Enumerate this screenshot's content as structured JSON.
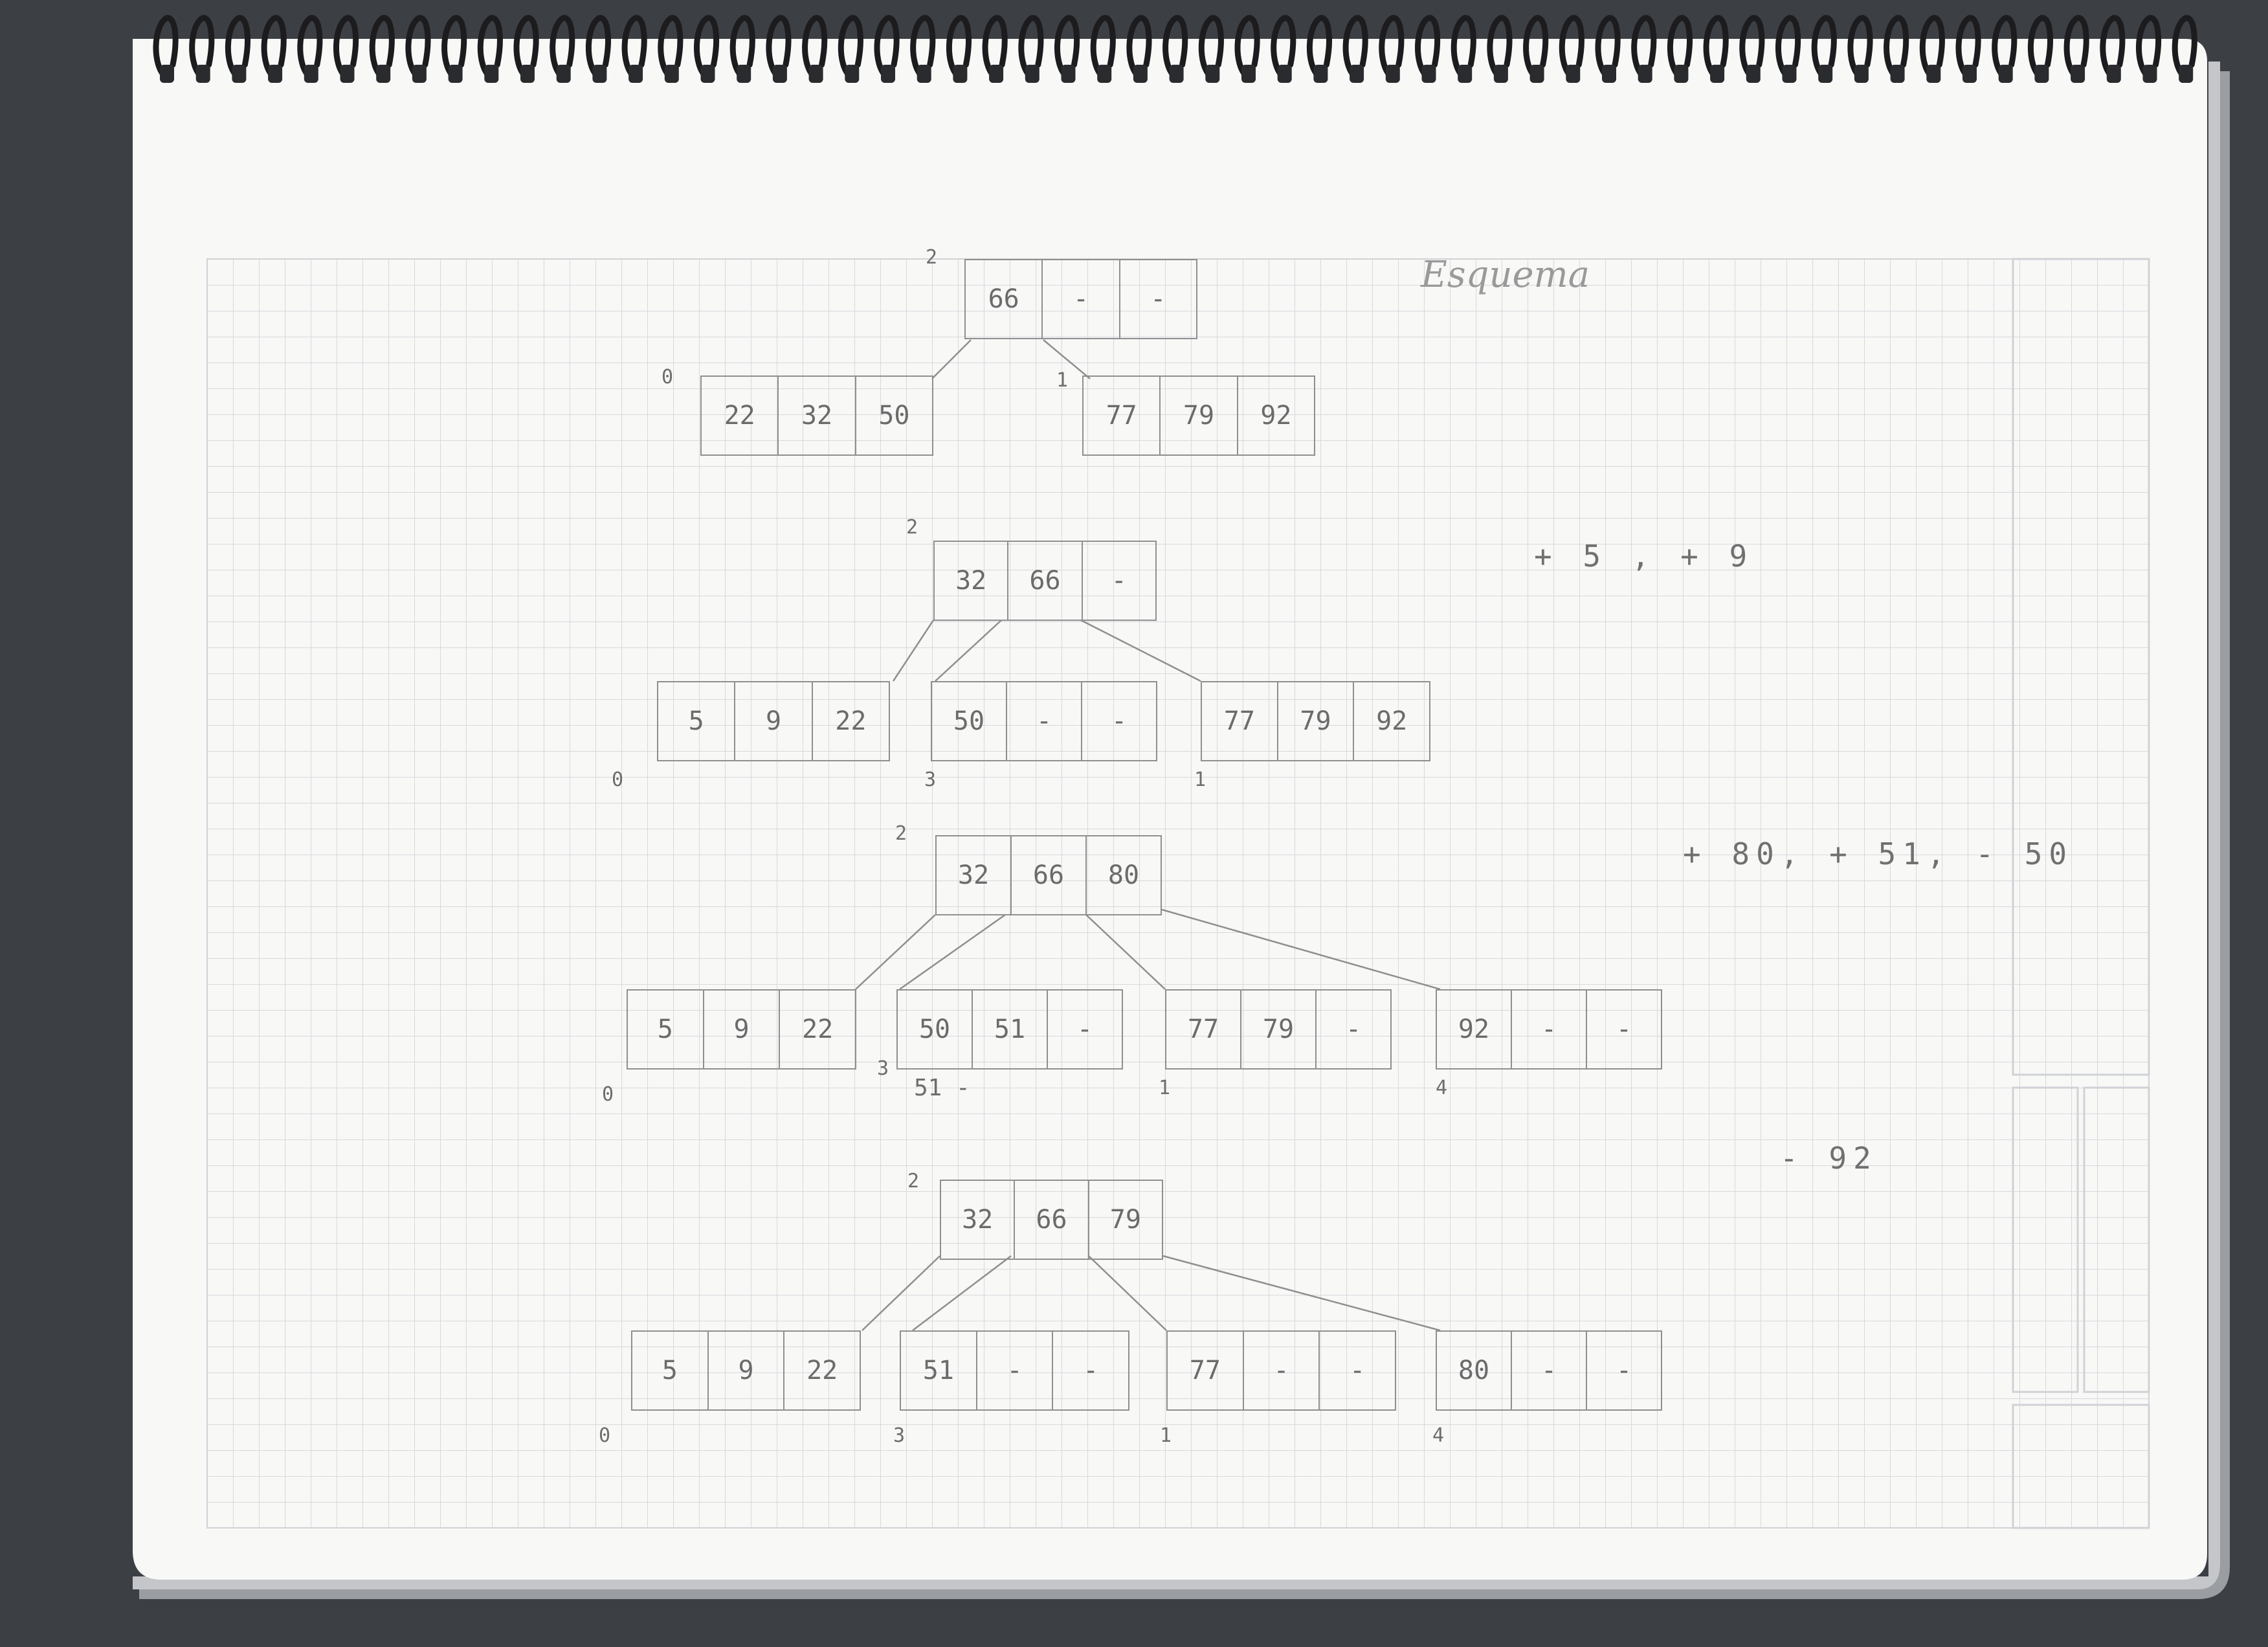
{
  "title": "Esquema",
  "colors": {
    "pencil": "#8f8f8f",
    "paper": "#f8f8f6",
    "grid": "#d6d9dd",
    "background": "#3c3f44"
  },
  "icons": {
    "binding": "spiral-binding-icon"
  },
  "trees": [
    {
      "root": {
        "page": "2",
        "keys": [
          "66",
          "-",
          "-"
        ]
      },
      "children": [
        {
          "page": "0",
          "keys": [
            "22",
            "32",
            "50"
          ]
        },
        {
          "page": "1",
          "keys": [
            "77",
            "79",
            "92"
          ]
        }
      ]
    },
    {
      "operation": "+ 5 , + 9",
      "root": {
        "page": "2",
        "keys": [
          "32",
          "66",
          "-"
        ]
      },
      "children": [
        {
          "page": "0",
          "keys": [
            "5",
            "9",
            "22"
          ]
        },
        {
          "page": "3",
          "keys": [
            "50",
            "-",
            "-"
          ]
        },
        {
          "page": "1",
          "keys": [
            "77",
            "79",
            "92"
          ]
        }
      ]
    },
    {
      "operation": "+ 80, + 51, - 50",
      "root": {
        "page": "2",
        "keys": [
          "32",
          "66",
          "80"
        ]
      },
      "children": [
        {
          "page": "0",
          "keys": [
            "5",
            "9",
            "22"
          ]
        },
        {
          "page": "3",
          "keys": [
            "50",
            "51",
            "-"
          ],
          "rewrite": "51 -"
        },
        {
          "page": "1",
          "keys": [
            "77",
            "79",
            "-"
          ]
        },
        {
          "page": "4",
          "keys": [
            "92",
            "-",
            "-"
          ]
        }
      ]
    },
    {
      "operation": "- 92",
      "root": {
        "page": "2",
        "keys": [
          "32",
          "66",
          "79"
        ]
      },
      "children": [
        {
          "page": "0",
          "keys": [
            "5",
            "9",
            "22"
          ]
        },
        {
          "page": "3",
          "keys": [
            "51",
            "-",
            "-"
          ]
        },
        {
          "page": "1",
          "keys": [
            "77",
            "-",
            "-"
          ]
        },
        {
          "page": "4",
          "keys": [
            "80",
            "-",
            "-"
          ]
        }
      ]
    }
  ]
}
